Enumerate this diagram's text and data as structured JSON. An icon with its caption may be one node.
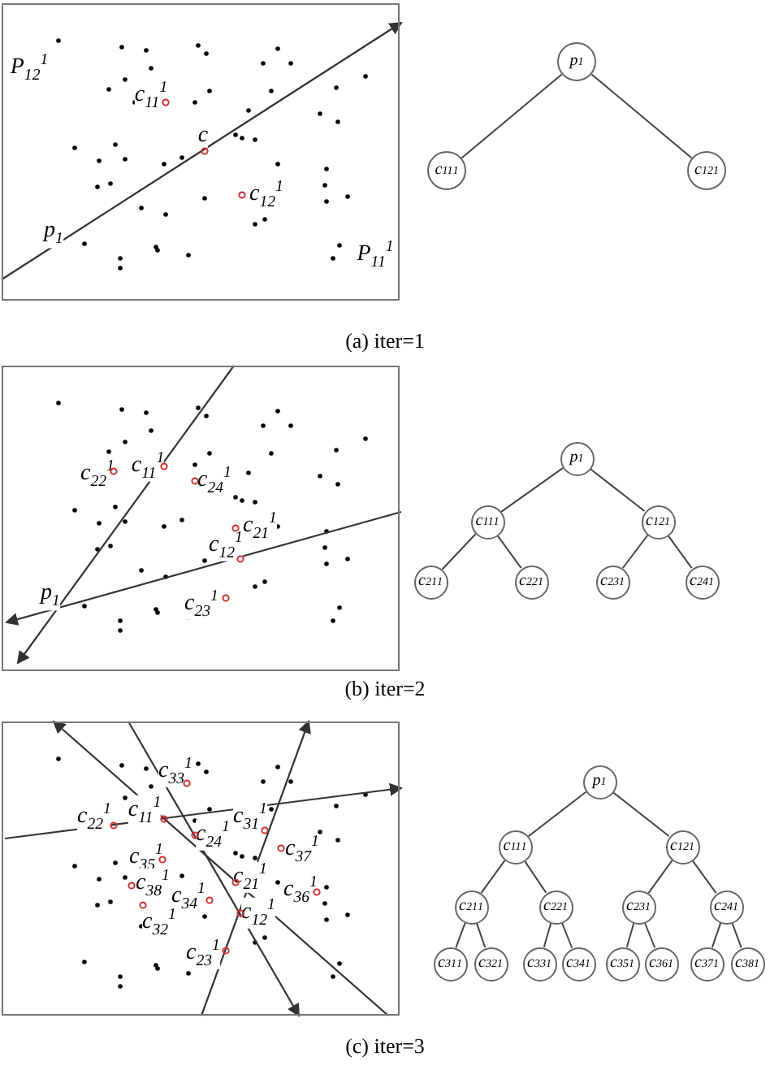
{
  "diagram": {
    "nodes": [
      {
        "text": [
          "p$_{1}$"
        ]
      },
      {
        "text": [
          "c$_{11}$$^{1}$"
        ]
      },
      {
        "text": [
          "c$_{12}$$^{1}$"
        ]
      },
      {
        "text": [
          "p$_{1}$"
        ]
      },
      {
        "text": [
          "c$_{11}$$^{1}$"
        ]
      },
      {
        "text": [
          "c$_{12}$$^{1}$"
        ]
      },
      {
        "text": [
          "c$_{21}$$^{1}$"
        ]
      },
      {
        "text": [
          "c$_{22}$$^{1}$"
        ]
      },
      {
        "text": [
          "c$_{23}$$^{1}$"
        ]
      },
      {
        "text": [
          "c$_{24}$$^{1}$"
        ]
      },
      {
        "text": [
          "p$_{1}$"
        ]
      },
      {
        "text": [
          "c$_{11}$$^{1}$"
        ]
      },
      {
        "text": [
          "c$_{12}$$^{1}$"
        ]
      },
      {
        "text": [
          "c$_{21}$$^{1}$"
        ]
      },
      {
        "text": [
          "c$_{22}$$^{1}$"
        ]
      },
      {
        "text": [
          "c$_{23}$$^{1}$"
        ]
      },
      {
        "text": [
          "c$_{24}$$^{1}$"
        ]
      },
      {
        "text": [
          "c$_{31}$$^{1}$"
        ]
      },
      {
        "text": [
          "c$_{32}$$^{1}$"
        ]
      },
      {
        "text": [
          "c$_{33}$$^{1}$"
        ]
      },
      {
        "text": [
          "c$_{34}$$^{1}$"
        ]
      },
      {
        "text": [
          "c$_{35}$$^{1}$"
        ]
      },
      {
        "text": [
          "c$_{36}$$^{1}$"
        ]
      },
      {
        "text": [
          "c$_{37}$$^{1}$"
        ]
      },
      {
        "text": [
          "c$_{38}$$^{1}$"
        ]
      }
    ],
    "edges": [
      {
        "from": 0,
        "to": 1,
        "arrow": "none"
      },
      {
        "from": 0,
        "to": 2,
        "arrow": "none"
      },
      {
        "from": 3,
        "to": 4,
        "arrow": "none"
      },
      {
        "from": 3,
        "to": 5,
        "arrow": "none"
      },
      {
        "from": 4,
        "to": 6,
        "arrow": "none"
      },
      {
        "from": 4,
        "to": 7,
        "arrow": "none"
      },
      {
        "from": 5,
        "to": 8,
        "arrow": "none"
      },
      {
        "from": 5,
        "to": 9,
        "arrow": "none"
      },
      {
        "from": 10,
        "to": 11,
        "arrow": "none"
      },
      {
        "from": 10,
        "to": 12,
        "arrow": "none"
      },
      {
        "from": 11,
        "to": 13,
        "arrow": "none"
      },
      {
        "from": 11,
        "to": 14,
        "arrow": "none"
      },
      {
        "from": 12,
        "to": 15,
        "arrow": "none"
      },
      {
        "from": 12,
        "to": 16,
        "arrow": "none"
      },
      {
        "from": 13,
        "to": 17,
        "arrow": "none"
      },
      {
        "from": 13,
        "to": 18,
        "arrow": "none"
      },
      {
        "from": 14,
        "to": 19,
        "arrow": "none"
      },
      {
        "from": 14,
        "to": 20,
        "arrow": "none"
      },
      {
        "from": 15,
        "to": 21,
        "arrow": "none"
      },
      {
        "from": 15,
        "to": 22,
        "arrow": "none"
      },
      {
        "from": 16,
        "to": 23,
        "arrow": "none"
      },
      {
        "from": 16,
        "to": 24,
        "arrow": "none"
      }
    ],
    "labels": [
      "P$_{12}$$^{1}$",
      "c$_{11}$$^{1}$",
      "c",
      "c$_{12}$$^{1}$",
      "p$_{1}$",
      "P$_{11}$$^{1}$",
      "(a) iter=1",
      "c$_{22}$$^{1}$",
      "c$_{11}$$^{1}$",
      "c$_{24}$$^{1}$",
      "c$_{21}$$^{1}$",
      "c$_{12}$$^{1}$",
      "p$_{1}$",
      "c$_{23}$$^{1}$",
      "(b) iter=2",
      "c$_{33}$$^{1}$",
      "c$_{22}$$^{1}$",
      "c$_{11}$$^{1}$",
      "c$_{31}$$^{1}$",
      "c$_{24}$$^{1}$",
      "c$_{37}$$^{1}$",
      "c$_{35}$$^{1}$",
      "c$_{38}$$^{1}$",
      "c$_{21}$$^{1}$",
      "c$_{36}$$^{1}$",
      "c$_{34}$$^{1}$",
      "c$_{32}$$^{1}$",
      "c$_{12}$$^{1}$",
      "c$_{23}$$^{1}$",
      "(c) iter=3"
    ]
  }
}
